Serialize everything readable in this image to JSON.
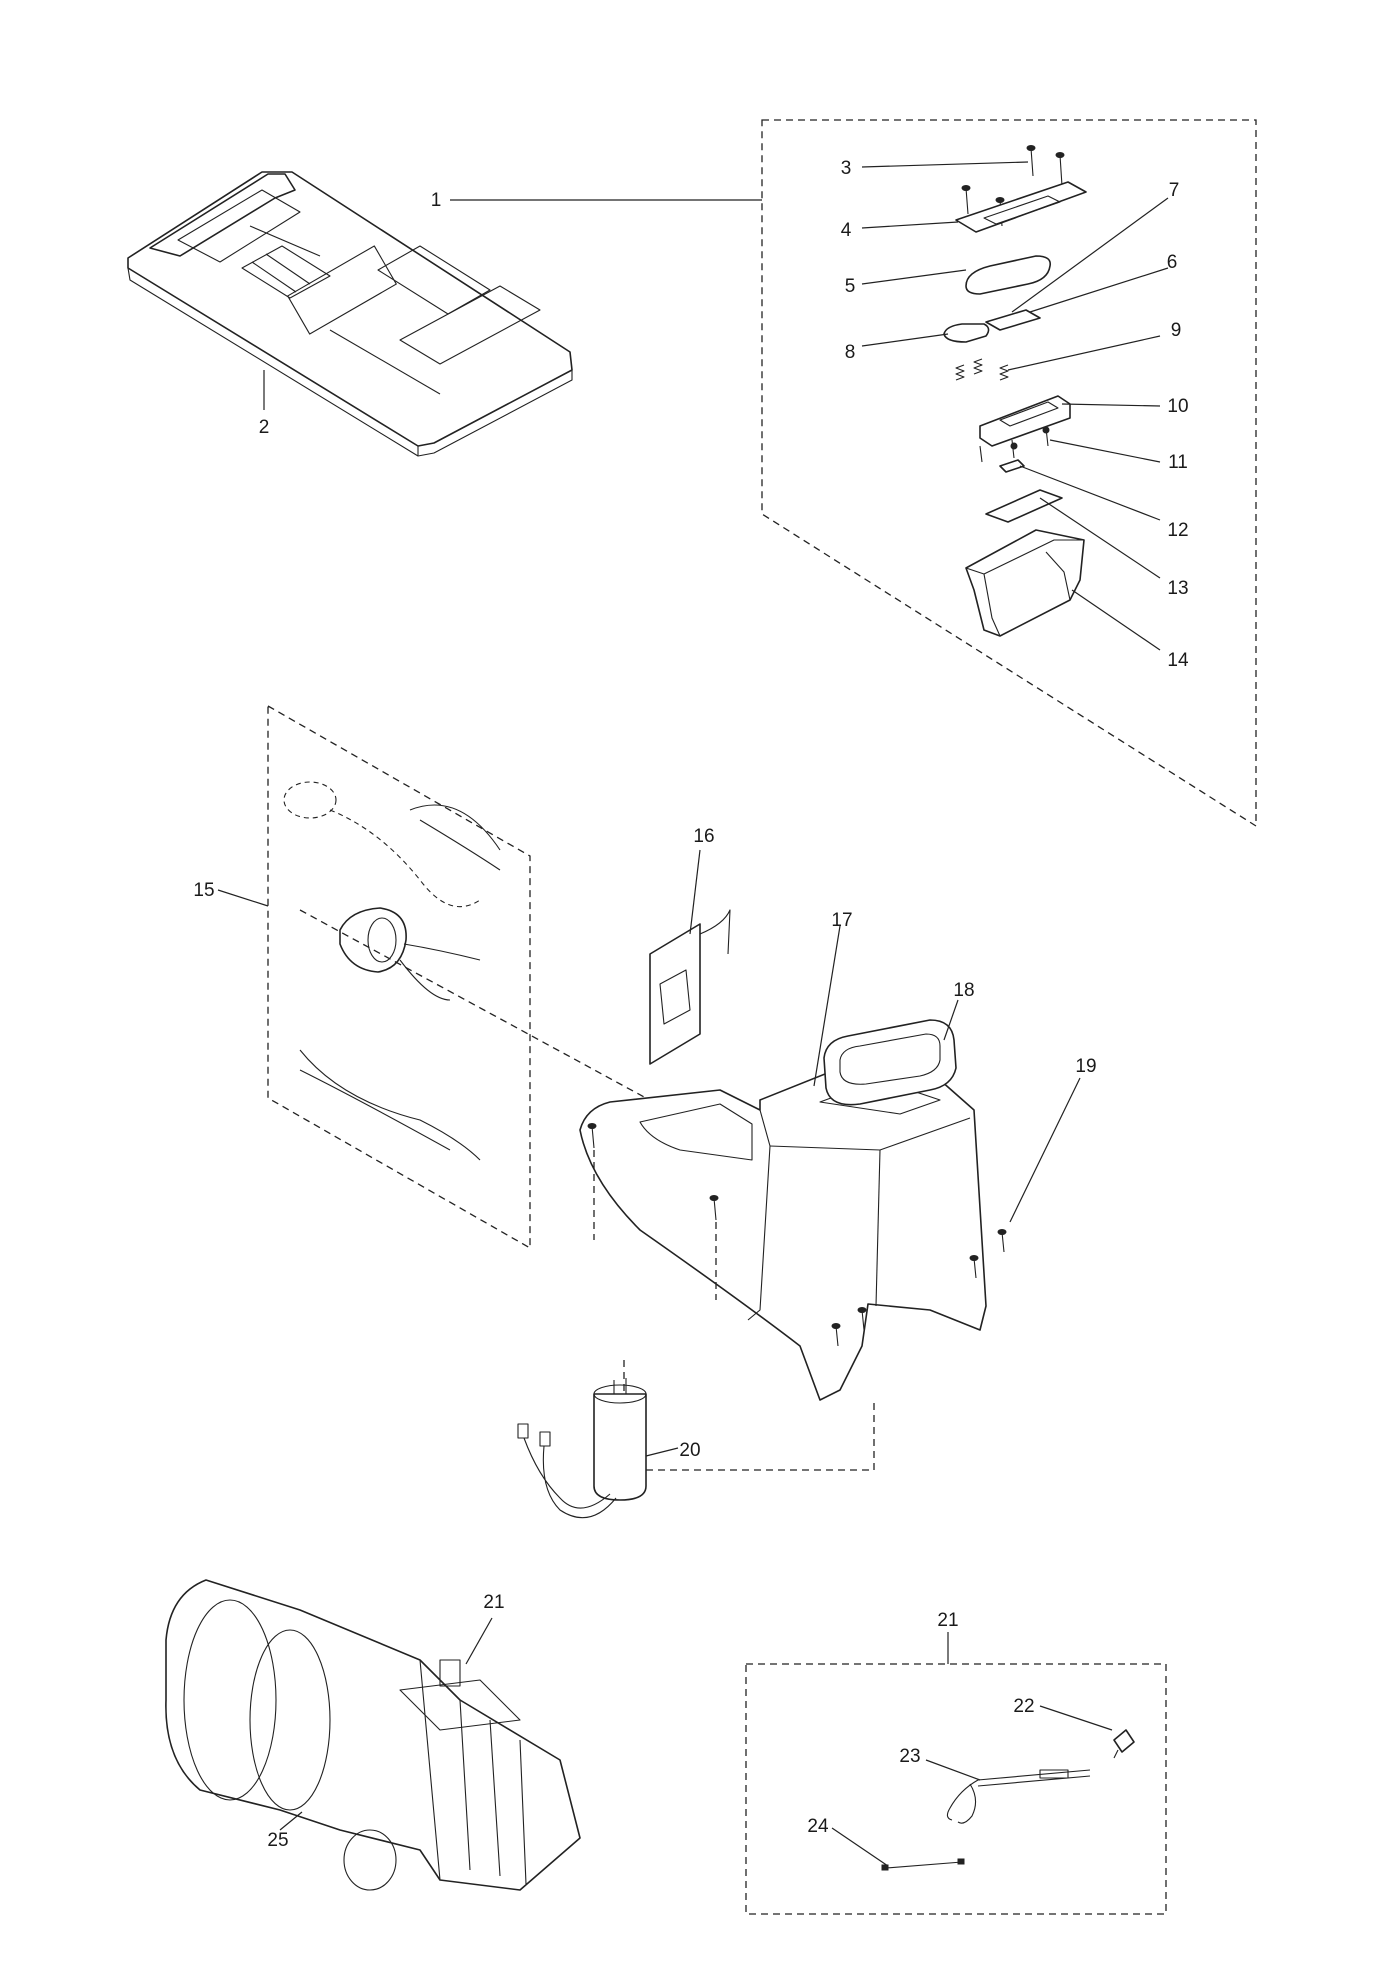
{
  "callouts": [
    {
      "id": "1",
      "text": "1"
    },
    {
      "id": "2",
      "text": "2"
    },
    {
      "id": "3",
      "text": "3"
    },
    {
      "id": "4",
      "text": "4"
    },
    {
      "id": "5",
      "text": "5"
    },
    {
      "id": "6",
      "text": "6"
    },
    {
      "id": "7",
      "text": "7"
    },
    {
      "id": "8",
      "text": "8"
    },
    {
      "id": "9",
      "text": "9"
    },
    {
      "id": "10",
      "text": "10"
    },
    {
      "id": "11",
      "text": "11"
    },
    {
      "id": "12",
      "text": "12"
    },
    {
      "id": "13",
      "text": "13"
    },
    {
      "id": "14",
      "text": "14"
    },
    {
      "id": "15",
      "text": "15"
    },
    {
      "id": "16",
      "text": "16"
    },
    {
      "id": "17",
      "text": "17"
    },
    {
      "id": "18",
      "text": "18"
    },
    {
      "id": "19",
      "text": "19"
    },
    {
      "id": "20",
      "text": "20"
    },
    {
      "id": "21a",
      "text": "21"
    },
    {
      "id": "21b",
      "text": "21"
    },
    {
      "id": "22",
      "text": "22"
    },
    {
      "id": "23",
      "text": "23"
    },
    {
      "id": "24",
      "text": "24"
    },
    {
      "id": "25",
      "text": "25"
    }
  ]
}
